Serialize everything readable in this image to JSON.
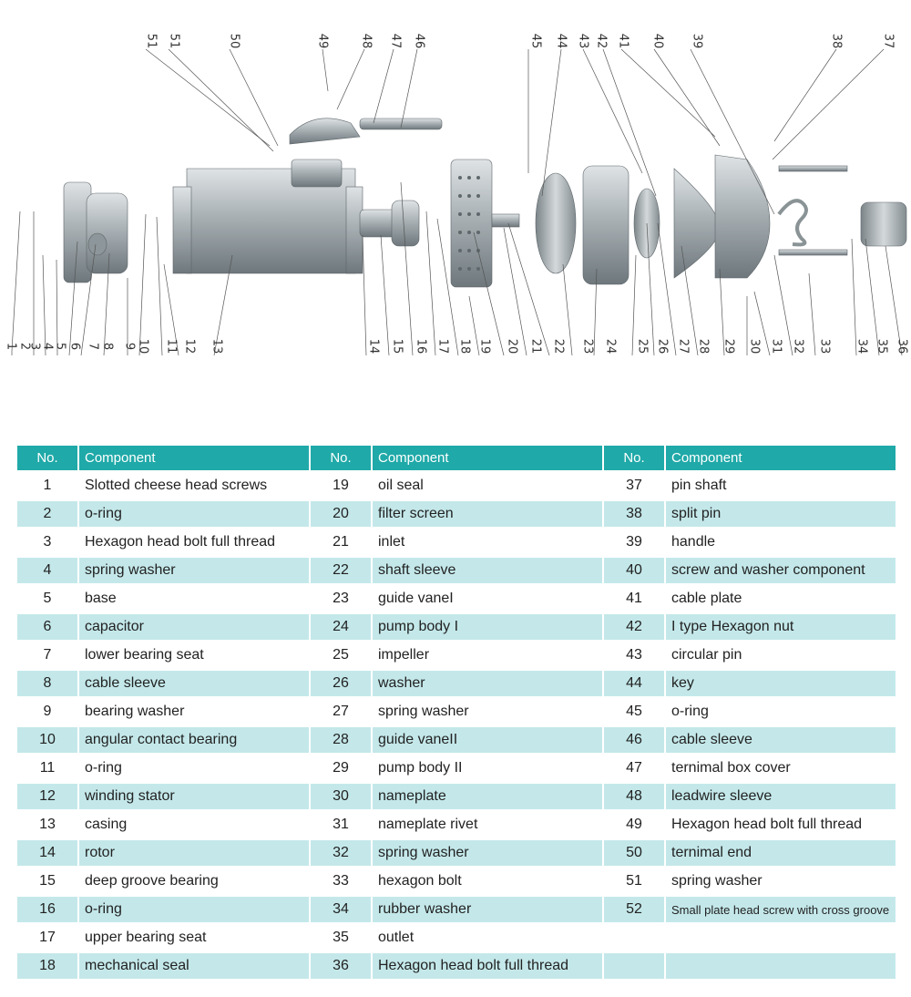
{
  "diagram": {
    "callouts_top": [
      "51",
      "51",
      "50",
      "49",
      "48",
      "47",
      "46",
      "45",
      "44",
      "43",
      "42",
      "41",
      "40",
      "39",
      "38",
      "37"
    ],
    "callouts_bottom": [
      "1",
      "2",
      "3",
      "4",
      "5",
      "6",
      "7",
      "8",
      "9",
      "10",
      "11",
      "12",
      "13",
      "14",
      "15",
      "16",
      "17",
      "18",
      "19",
      "20",
      "21",
      "22",
      "23",
      "24",
      "25",
      "26",
      "27",
      "28",
      "29",
      "30",
      "31",
      "32",
      "33",
      "34",
      "35",
      "36"
    ]
  },
  "table": {
    "header_no": "No.",
    "header_component": "Component",
    "rows": [
      [
        {
          "no": "1",
          "name": "Slotted cheese head screws"
        },
        {
          "no": "19",
          "name": "oil seal"
        },
        {
          "no": "37",
          "name": "pin shaft"
        }
      ],
      [
        {
          "no": "2",
          "name": "o-ring"
        },
        {
          "no": "20",
          "name": "filter screen"
        },
        {
          "no": "38",
          "name": "split pin"
        }
      ],
      [
        {
          "no": "3",
          "name": "Hexagon head bolt full thread"
        },
        {
          "no": "21",
          "name": "inlet"
        },
        {
          "no": "39",
          "name": "handle"
        }
      ],
      [
        {
          "no": "4",
          "name": "spring washer"
        },
        {
          "no": "22",
          "name": "shaft sleeve"
        },
        {
          "no": "40",
          "name": "screw and washer component"
        }
      ],
      [
        {
          "no": "5",
          "name": "base"
        },
        {
          "no": "23",
          "name": "guide vaneI"
        },
        {
          "no": "41",
          "name": "cable plate"
        }
      ],
      [
        {
          "no": "6",
          "name": "capacitor"
        },
        {
          "no": "24",
          "name": "pump body I"
        },
        {
          "no": "42",
          "name": "I type Hexagon nut"
        }
      ],
      [
        {
          "no": "7",
          "name": "lower bearing seat"
        },
        {
          "no": "25",
          "name": "impeller"
        },
        {
          "no": "43",
          "name": "circular pin"
        }
      ],
      [
        {
          "no": "8",
          "name": "cable sleeve"
        },
        {
          "no": "26",
          "name": "washer"
        },
        {
          "no": "44",
          "name": "key"
        }
      ],
      [
        {
          "no": "9",
          "name": "bearing washer"
        },
        {
          "no": "27",
          "name": "spring washer"
        },
        {
          "no": "45",
          "name": "o-ring"
        }
      ],
      [
        {
          "no": "10",
          "name": "angular contact bearing"
        },
        {
          "no": "28",
          "name": "guide vaneII"
        },
        {
          "no": "46",
          "name": "cable sleeve"
        }
      ],
      [
        {
          "no": "11",
          "name": "o-ring"
        },
        {
          "no": "29",
          "name": "pump body II"
        },
        {
          "no": "47",
          "name": "ternimal box cover"
        }
      ],
      [
        {
          "no": "12",
          "name": "winding stator"
        },
        {
          "no": "30",
          "name": "nameplate"
        },
        {
          "no": "48",
          "name": "leadwire sleeve"
        }
      ],
      [
        {
          "no": "13",
          "name": "casing"
        },
        {
          "no": "31",
          "name": "nameplate rivet"
        },
        {
          "no": "49",
          "name": "Hexagon head bolt full thread"
        }
      ],
      [
        {
          "no": "14",
          "name": "rotor"
        },
        {
          "no": "32",
          "name": "spring washer"
        },
        {
          "no": "50",
          "name": "ternimal end"
        }
      ],
      [
        {
          "no": "15",
          "name": "deep groove bearing"
        },
        {
          "no": "33",
          "name": "hexagon bolt"
        },
        {
          "no": "51",
          "name": "spring washer"
        }
      ],
      [
        {
          "no": "16",
          "name": "o-ring"
        },
        {
          "no": "34",
          "name": "rubber washer"
        },
        {
          "no": "52",
          "name": "Small plate head screw with cross groove"
        }
      ],
      [
        {
          "no": "17",
          "name": "upper bearing seat"
        },
        {
          "no": "35",
          "name": "outlet"
        },
        {
          "no": "",
          "name": ""
        }
      ],
      [
        {
          "no": "18",
          "name": "mechanical seal"
        },
        {
          "no": "36",
          "name": "Hexagon head bolt full thread"
        },
        {
          "no": "",
          "name": ""
        }
      ]
    ]
  },
  "colors": {
    "header_bg": "#1fa9a8",
    "row_alt_bg": "#c4e8ea",
    "part_metal": "#9ea6aa"
  }
}
